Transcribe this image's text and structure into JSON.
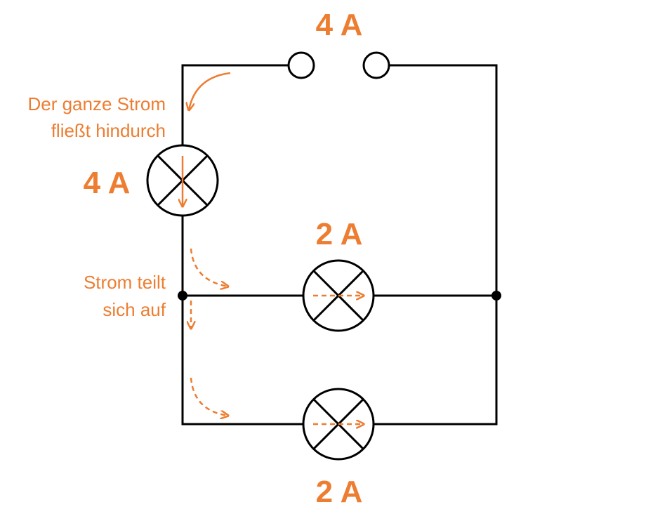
{
  "colors": {
    "wire": "#000000",
    "accent": "#ED7D31",
    "background": "#FFFFFF"
  },
  "labels": {
    "supply_current": "4 A",
    "series_lamp_current": "4 A",
    "upper_parallel_current": "2 A",
    "lower_parallel_current": "2 A",
    "note_full_current_line1": "Der ganze Strom",
    "note_full_current_line2": "fließt hindurch",
    "note_split_line1": "Strom teilt",
    "note_split_line2": "sich auf"
  }
}
